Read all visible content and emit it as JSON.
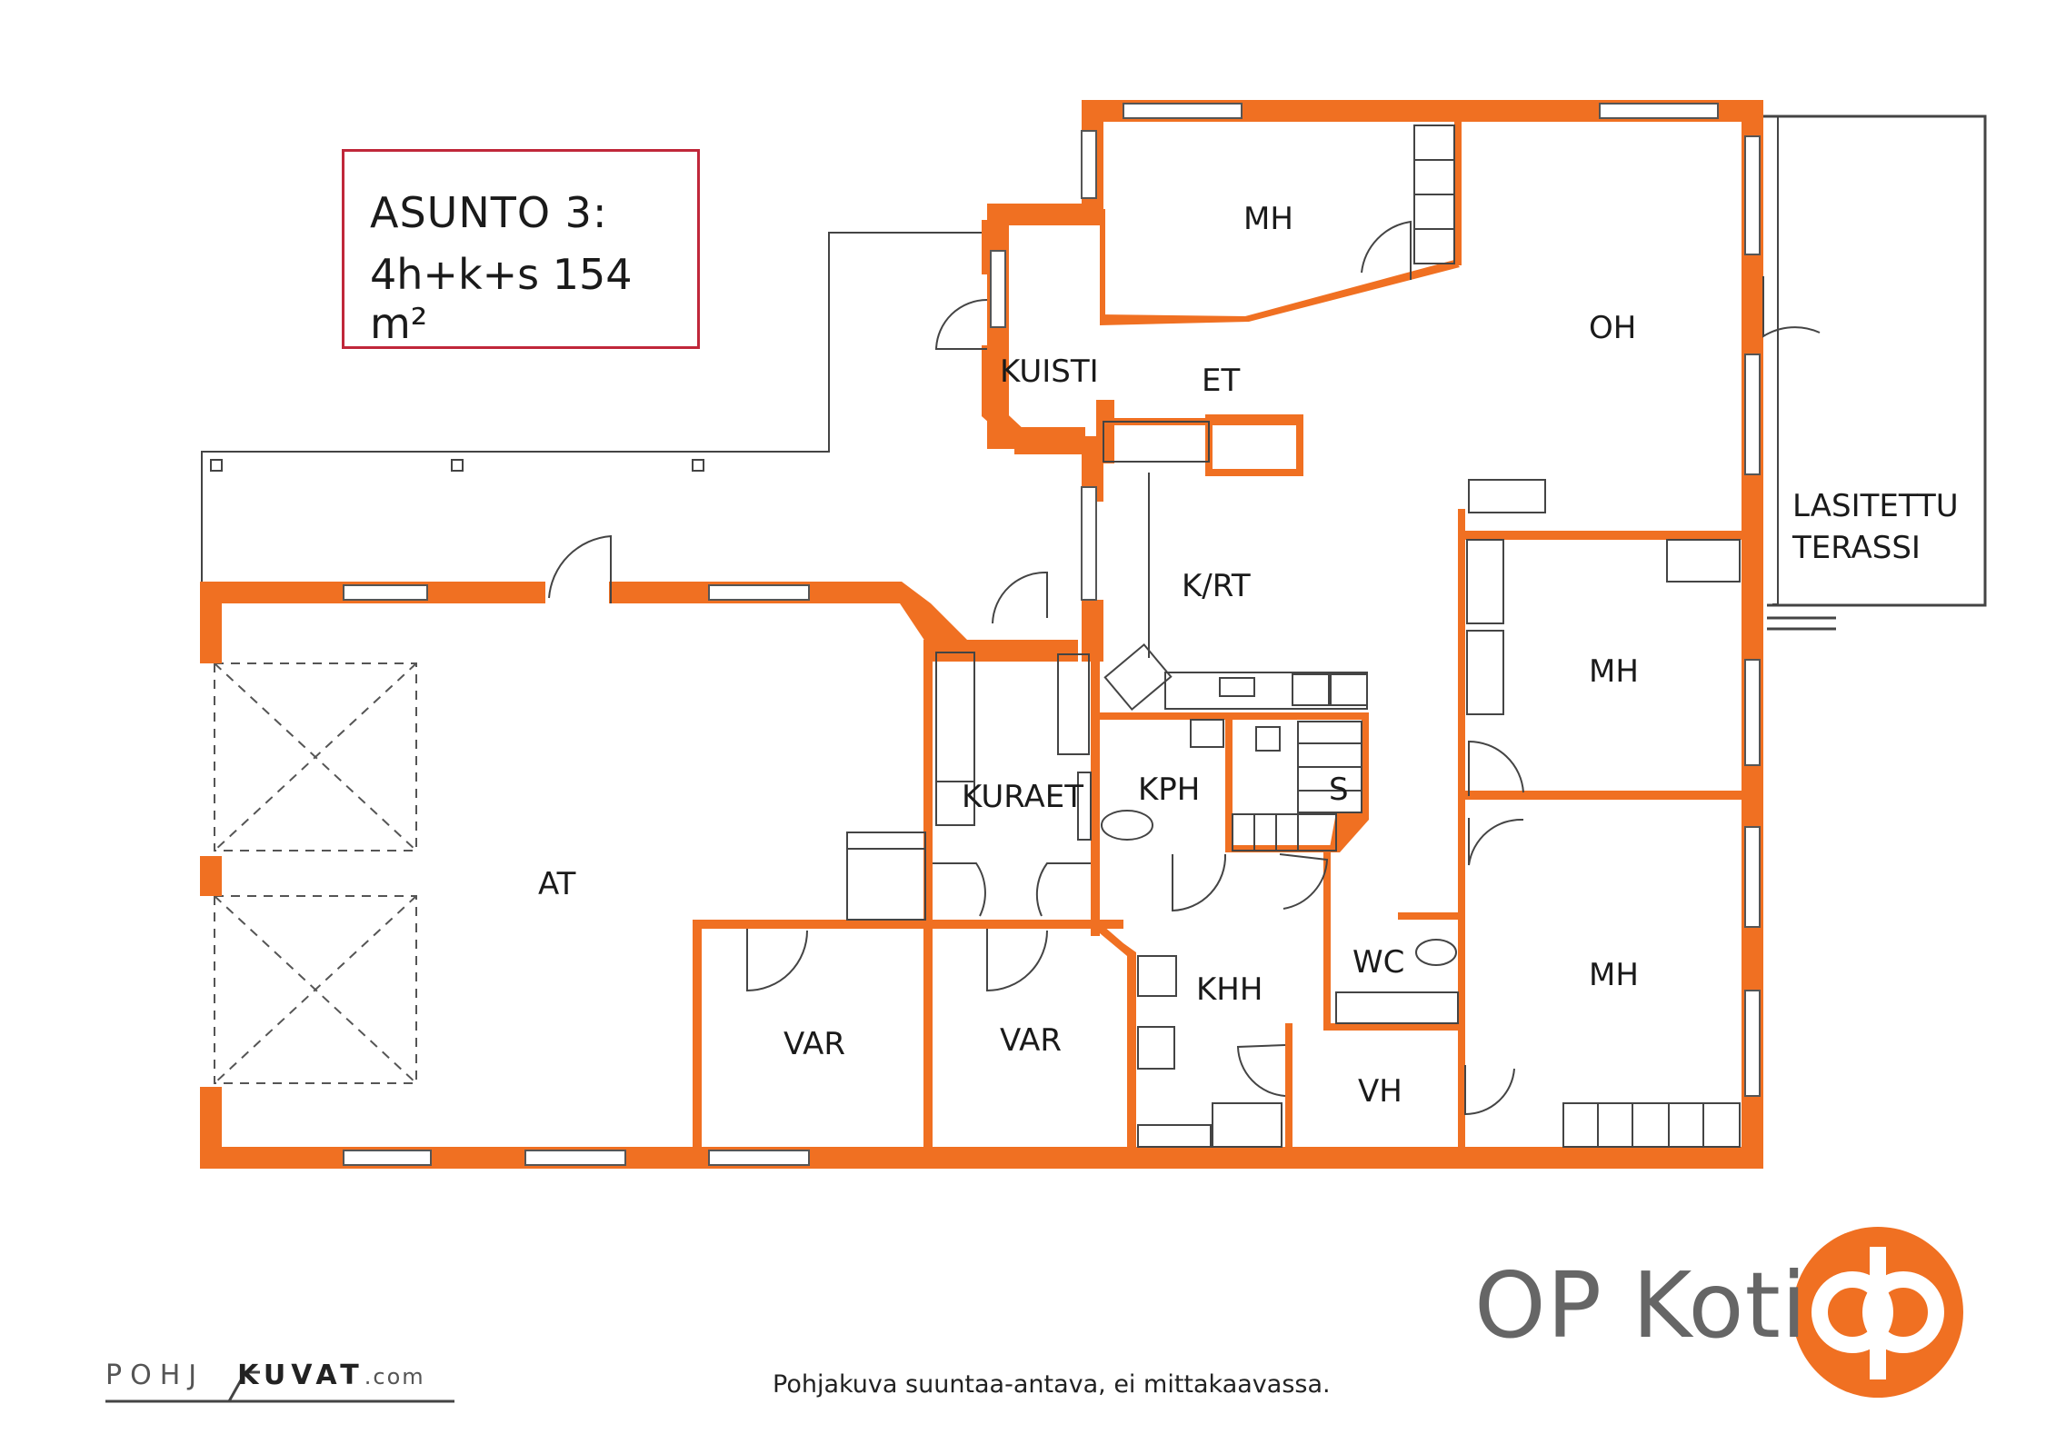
{
  "apartment": {
    "title": "ASUNTO 3:",
    "type": "4h+k+s",
    "area": "154 m²"
  },
  "rooms": {
    "mh_top": "MH",
    "oh": "OH",
    "kuisti": "KUISTI",
    "et": "ET",
    "lasitettu": "LASITETTU",
    "terassi": "TERASSI",
    "k_rt": "K/RT",
    "mh_mid": "MH",
    "kph": "KPH",
    "s": "S",
    "kuraet": "KURAET",
    "at": "AT",
    "wc": "WC",
    "mh_bottom": "MH",
    "khh": "KHH",
    "var_left": "VAR",
    "var_right": "VAR",
    "vh": "VH"
  },
  "brand": {
    "name": "OP Koti"
  },
  "disclaimer": "Pohjakuva suuntaa-antava, ei mittakaavassa.",
  "credit": {
    "part1": "POHJ",
    "part2": "KUVAT",
    "part3": ".com"
  },
  "colors": {
    "wall": "#f07022",
    "frame": "#c0273a",
    "brand_orange": "#f07022",
    "text": "#1a1a1a"
  }
}
